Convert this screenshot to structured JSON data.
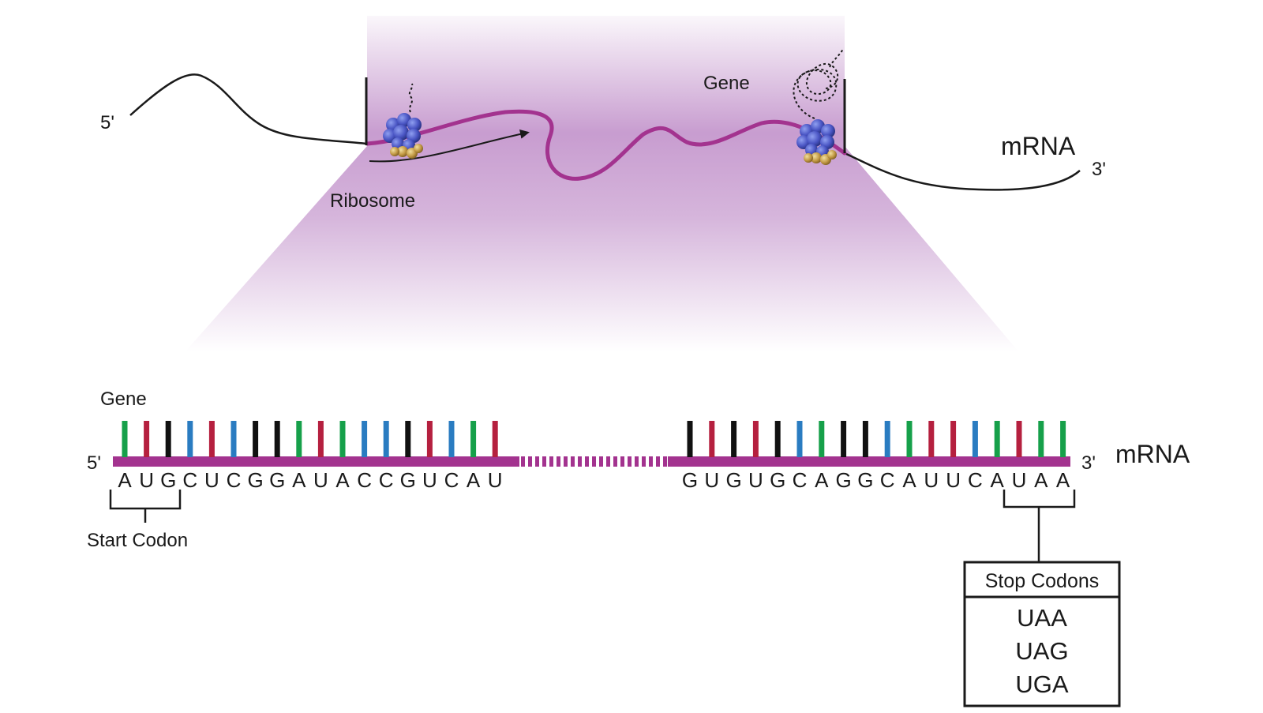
{
  "top": {
    "five_prime": "5'",
    "three_prime": "3'",
    "mrna": "mRNA",
    "gene": "Gene",
    "ribosome": "Ribosome"
  },
  "bottom": {
    "gene": "Gene",
    "five_prime": "5'",
    "three_prime": "3'",
    "mrna": "mRNA",
    "seq_left": [
      "A",
      "U",
      "G",
      "C",
      "U",
      "C",
      "G",
      "G",
      "A",
      "U",
      "A",
      "C",
      "C",
      "G",
      "U",
      "C",
      "A",
      "U"
    ],
    "seq_right": [
      "G",
      "U",
      "G",
      "U",
      "G",
      "C",
      "A",
      "G",
      "G",
      "C",
      "A",
      "U",
      "U",
      "C",
      "A",
      "U",
      "A",
      "A"
    ],
    "start_codon": "Start Codon",
    "stop_title": "Stop Codons",
    "stop_codons": [
      "UAA",
      "UAG",
      "UGA"
    ]
  },
  "colors": {
    "A": "#16a04a",
    "U": "#b5203f",
    "G": "#111111",
    "C": "#2a7cc1",
    "mrna_strand": "#a3338f",
    "highlight": "#a35bb0"
  }
}
